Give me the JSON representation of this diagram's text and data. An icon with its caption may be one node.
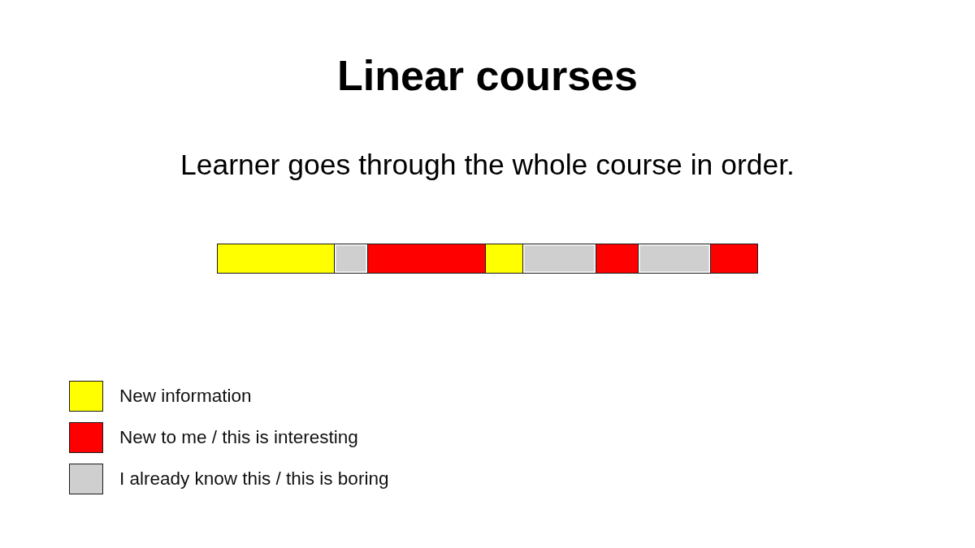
{
  "diagram": {
    "title": "Linear courses",
    "nodes": [
      {
        "text": [],
        "shape": "bar"
      },
      {
        "text": [],
        "shape": "bar"
      },
      {
        "text": [],
        "shape": "bar"
      },
      {
        "text": [],
        "shape": "bar"
      },
      {
        "text": [],
        "shape": "bar"
      },
      {
        "text": [],
        "shape": "bar"
      },
      {
        "text": [],
        "shape": "bar"
      },
      {
        "text": [],
        "shape": "bar"
      }
    ],
    "labels": [
      "Learner goes through the whole course in order."
    ],
    "legend": [
      {
        "text": "New information",
        "color": "#ffff00"
      },
      {
        "text": "New to me / this is interesting",
        "color": "#ff0000"
      },
      {
        "text": "I already know this / this is boring",
        "color": "#d0cfd0"
      }
    ]
  }
}
